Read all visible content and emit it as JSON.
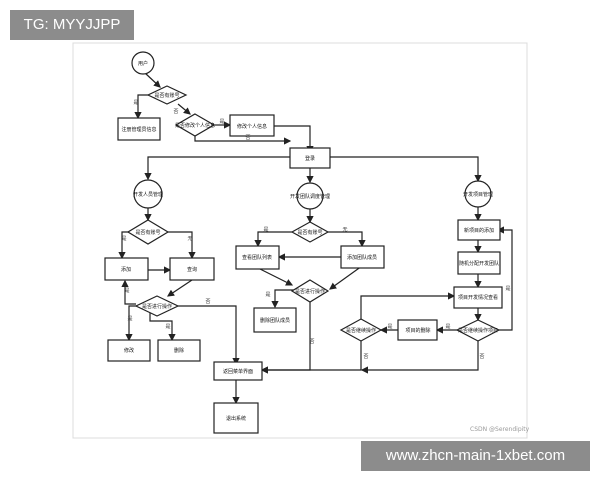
{
  "overlays": {
    "top_left": "TG: MYYJJPP",
    "bottom_right": "www.zhcn-main-1xbet.com"
  },
  "watermark": "CSDN @Serendipity",
  "diagram": {
    "nodes": {
      "user": "用户",
      "has_account": "是否有账号",
      "register": "注册管理员信息",
      "modify_info_q": "是否修改个人信息",
      "modify_info": "修改个人信息",
      "login": "登录",
      "dev_staff_mgmt": "开发人员管理",
      "dev_team_mgmt": "开发团队调度管理",
      "dev_project_mgmt": "开发项目管理",
      "staff_has_account": "是否有账号",
      "add": "添加",
      "query": "查询",
      "staff_op_q": "是否进行操作",
      "modify": "修改",
      "delete": "删除",
      "team_has_account": "是否有账号",
      "view_team_list": "查看团队列表",
      "add_team_member": "添加团队成员",
      "team_op_q": "是否进行操作",
      "delete_team_member": "删除团队成员",
      "new_project": "新项目的添加",
      "random_assign": "随机分配开发团队",
      "project_dev_view": "项目开发情况查看",
      "continue_op_q": "是否继续操作",
      "project_delete": "项目的删除",
      "continue_project_q": "是否继续操作项目",
      "return_menu": "返回菜单界面",
      "exit_system": "退出系统"
    },
    "labels": {
      "yes": "是",
      "no": "否",
      "none": "无"
    }
  }
}
